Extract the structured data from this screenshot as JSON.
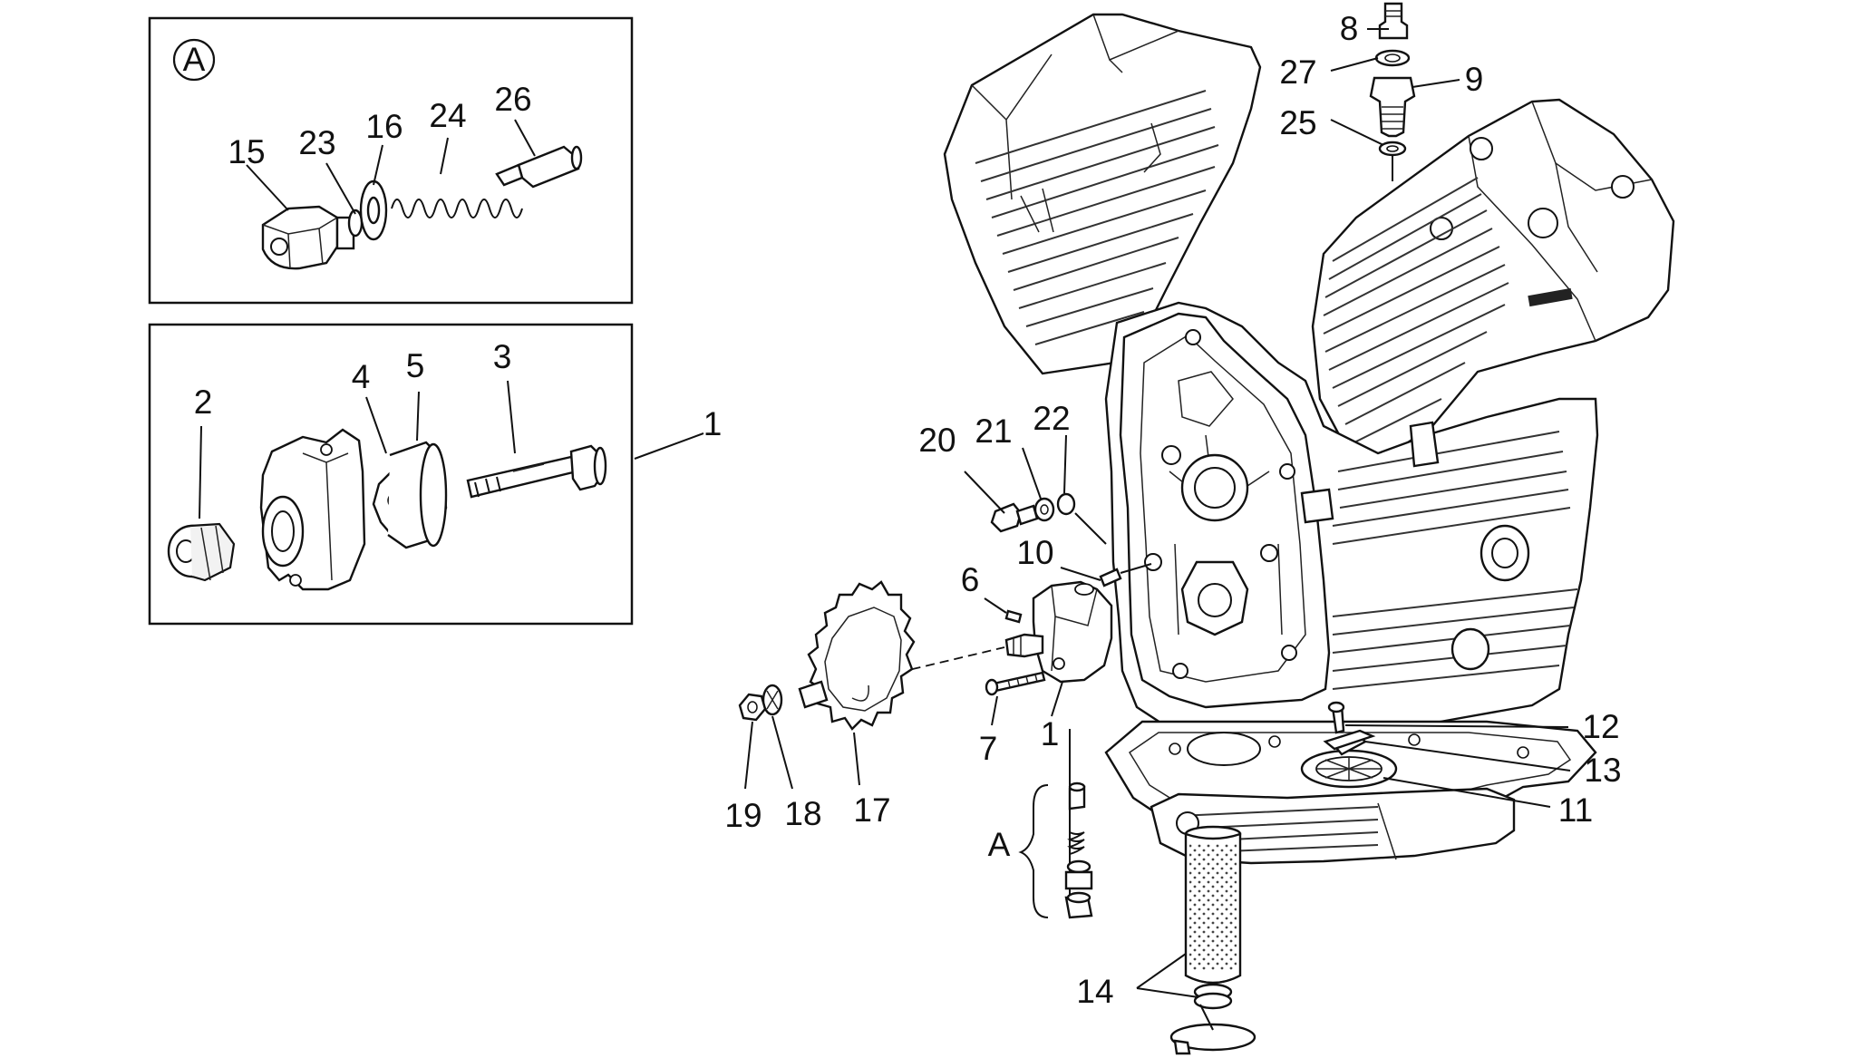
{
  "callouts": {
    "c1": "1",
    "c1b": "1",
    "c2": "2",
    "c3": "3",
    "c4": "4",
    "c5": "5",
    "c6": "6",
    "c7": "7",
    "c8": "8",
    "c9": "9",
    "c10": "10",
    "c11": "11",
    "c12": "12",
    "c13": "13",
    "c14": "14",
    "c15": "15",
    "c16": "16",
    "c17": "17",
    "c18": "18",
    "c19": "19",
    "c20": "20",
    "c21": "21",
    "c22": "22",
    "c23": "23",
    "c24": "24",
    "c25": "25",
    "c26": "26",
    "c27": "27"
  },
  "detail_marker": "A",
  "detail_ref": "A"
}
